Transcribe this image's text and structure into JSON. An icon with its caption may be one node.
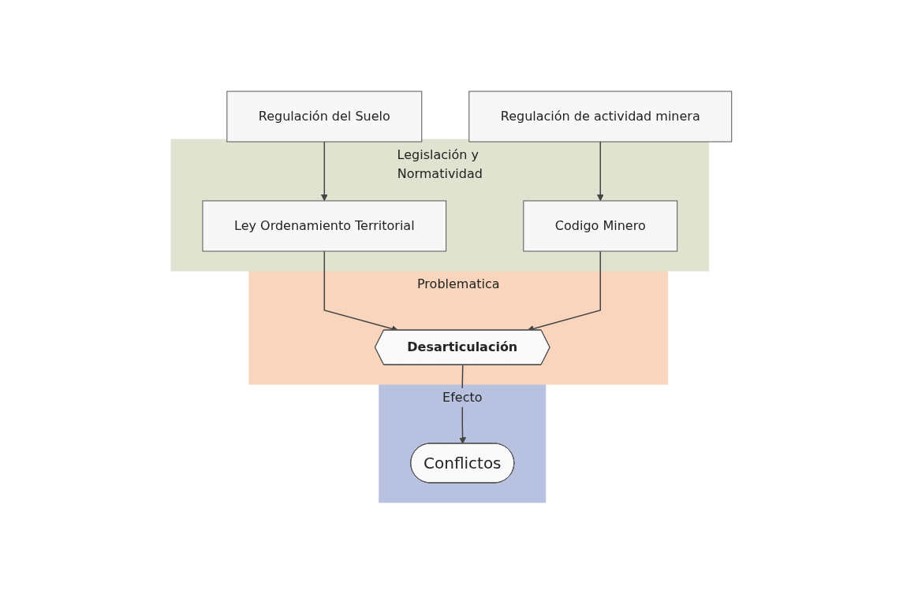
{
  "diagram": {
    "nodes": [
      {
        "text": [
          "Regulación del Suelo"
        ]
      },
      {
        "text": [
          "Regulación de actividad minera"
        ]
      },
      {
        "text": [
          "Legislación y Normatividad"
        ]
      },
      {
        "text": [
          "Ley Ordenamiento Territorial"
        ],
        "in": 2
      },
      {
        "text": [
          "Codigo Minero"
        ],
        "in": 2
      },
      {
        "text": [
          "Problematica"
        ]
      },
      {
        "text": [
          "Desarticulación"
        ],
        "in": 5
      },
      {
        "text": [
          "Efecto"
        ]
      },
      {
        "text": [
          "Conflictos"
        ],
        "in": 7
      }
    ],
    "edges": [
      {
        "from": 0,
        "to": 3,
        "arrow": "to"
      },
      {
        "from": 1,
        "to": 4,
        "arrow": "to"
      },
      {
        "from": 3,
        "to": 6,
        "arrow": "to"
      },
      {
        "from": 4,
        "to": 6,
        "arrow": "to"
      },
      {
        "from": 6,
        "to": 8,
        "arrow": "to"
      }
    ]
  }
}
